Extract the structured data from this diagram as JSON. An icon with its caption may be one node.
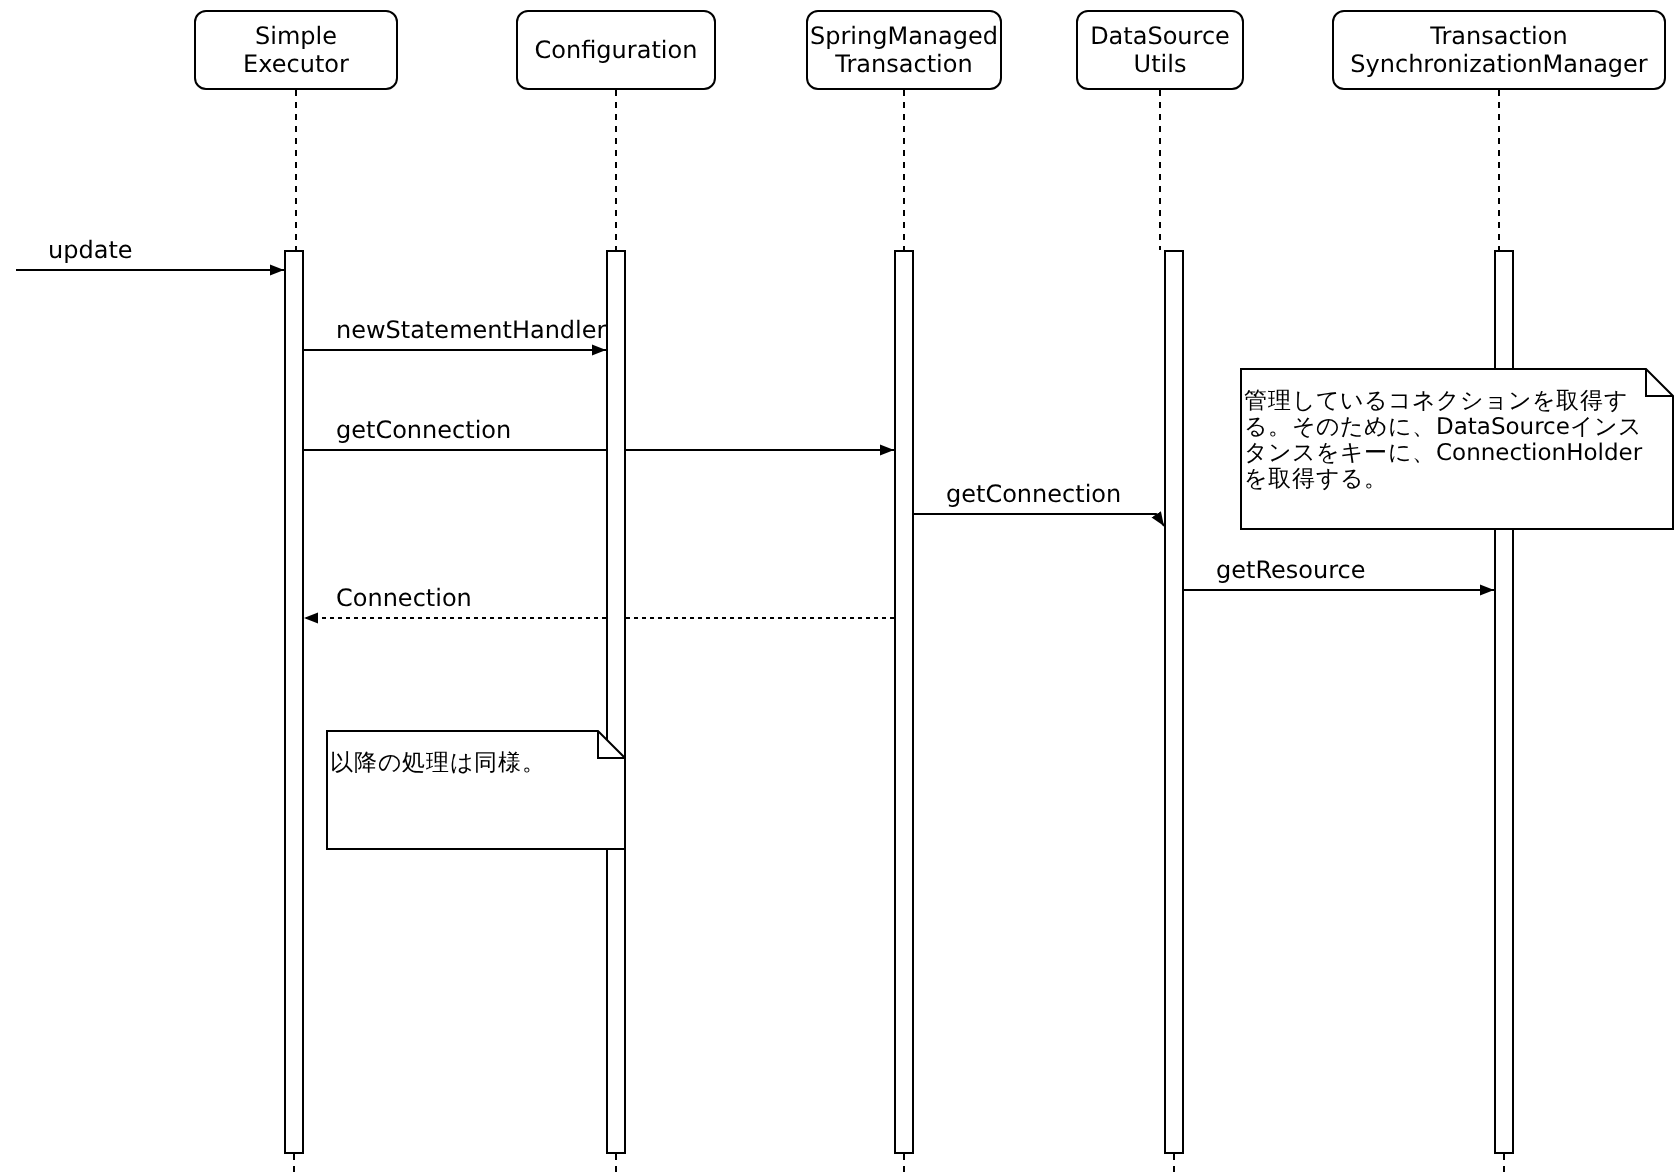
{
  "diagram": {
    "nodes": [
      {
        "text": [
          "Simple Executor"
        ]
      },
      {
        "text": [
          "Configuration"
        ]
      },
      {
        "text": [
          "SpringManaged Transaction"
        ]
      },
      {
        "text": [
          "DataSource Utils"
        ]
      },
      {
        "text": [
          "Transaction SynchronizationManager"
        ]
      },
      {
        "text": [],
        "shape": "bar"
      },
      {
        "text": [],
        "shape": "bar"
      },
      {
        "text": [],
        "shape": "bar"
      },
      {
        "text": [],
        "shape": "bar"
      },
      {
        "text": [],
        "shape": "bar"
      },
      {
        "text": [
          "管理しているコネクションを取得する。そのために、DataSourceインスタンスをキーに、ConnectionHolderを取得する。"
        ]
      },
      {
        "text": [
          "以降の処理は同様。"
        ]
      }
    ],
    "edges": [
      {
        "from": 0,
        "to": 5,
        "arrow": "none",
        "style": "dashed"
      },
      {
        "from": 1,
        "to": 6,
        "arrow": "none",
        "style": "dashed"
      },
      {
        "from": 2,
        "to": 7,
        "arrow": "none",
        "style": "dashed"
      },
      {
        "from": 3,
        "to": 8,
        "arrow": "none",
        "style": "dashed"
      },
      {
        "from": 4,
        "to": 9,
        "arrow": "none",
        "style": "dashed"
      },
      {
        "from": null,
        "to": 5,
        "arrow": "to",
        "label": "update"
      },
      {
        "from": 5,
        "to": 6,
        "arrow": "to",
        "label": "newStatementHandler"
      },
      {
        "from": 5,
        "to": 7,
        "arrow": "to",
        "label": "getConnection"
      },
      {
        "from": 7,
        "to": 8,
        "arrow": "to",
        "label": "getConnection"
      },
      {
        "from": 8,
        "to": 9,
        "arrow": "to",
        "label": "getResource"
      },
      {
        "from": 7,
        "to": 5,
        "arrow": "to",
        "label": "Connection",
        "style": "dashed"
      }
    ]
  }
}
